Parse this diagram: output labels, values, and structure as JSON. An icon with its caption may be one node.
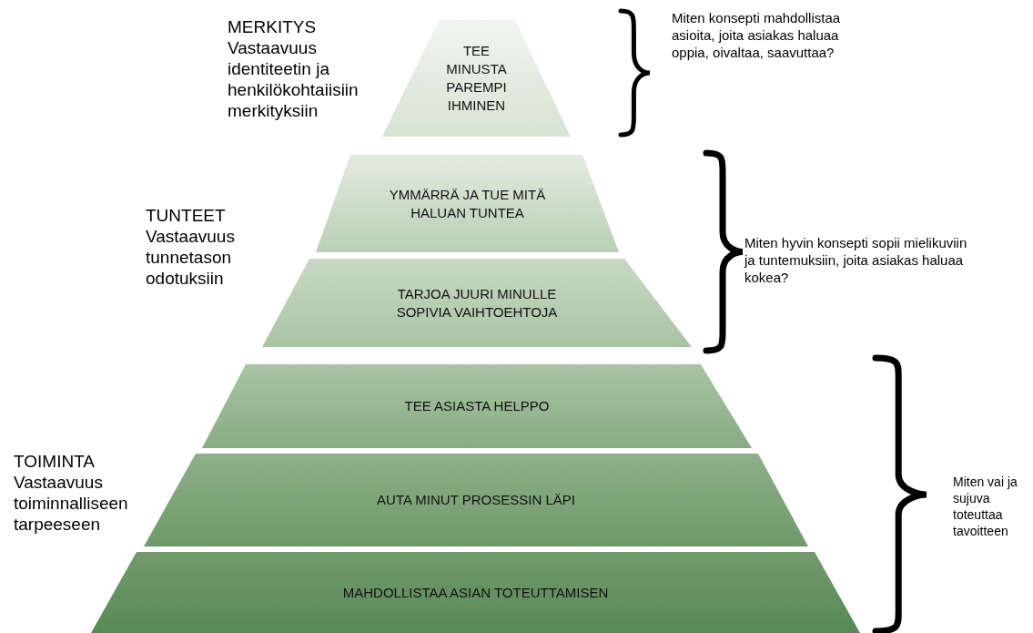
{
  "diagram": {
    "nodes": [
      {
        "text": [
          "TEE MINUSTA PAREMPI IHMINEN"
        ]
      },
      {
        "text": [
          "YMMÄRRÄ JA TUE MITÄ HALUAN TUNTEA"
        ]
      },
      {
        "text": [
          "TARJOA JUURI MINULLE SOPIVIA VAIHTOEHTOJA"
        ]
      },
      {
        "text": [
          "TEE ASIASTA HELPPO"
        ]
      },
      {
        "text": [
          "AUTA MINUT PROSESSIN LÄPI"
        ]
      },
      {
        "text": [
          "MAHDOLLISTAA ASIAN TOTEUTTAMISEN"
        ]
      }
    ],
    "labels": [
      "MERKITYS",
      "Vastaavuus identiteetin ja henkilökohtaiisiin merkityksiin",
      "Miten konsepti mahdollistaa asioita, joita asiakas haluaa oppia, oivaltaa, saavuttaa?",
      "TUNTEET",
      "Vastaavuus tunnetason odotuksiin",
      "Miten hyvin konsepti sopii mielikuviin ja tuntemuksiin, joita asiakas haluaa kokea?",
      "TOIMINTA",
      "Vastaavuus toiminnalliseen tarpeeseen",
      "Miten vai ja sujuva toteuttaa tavoitteen"
    ]
  }
}
